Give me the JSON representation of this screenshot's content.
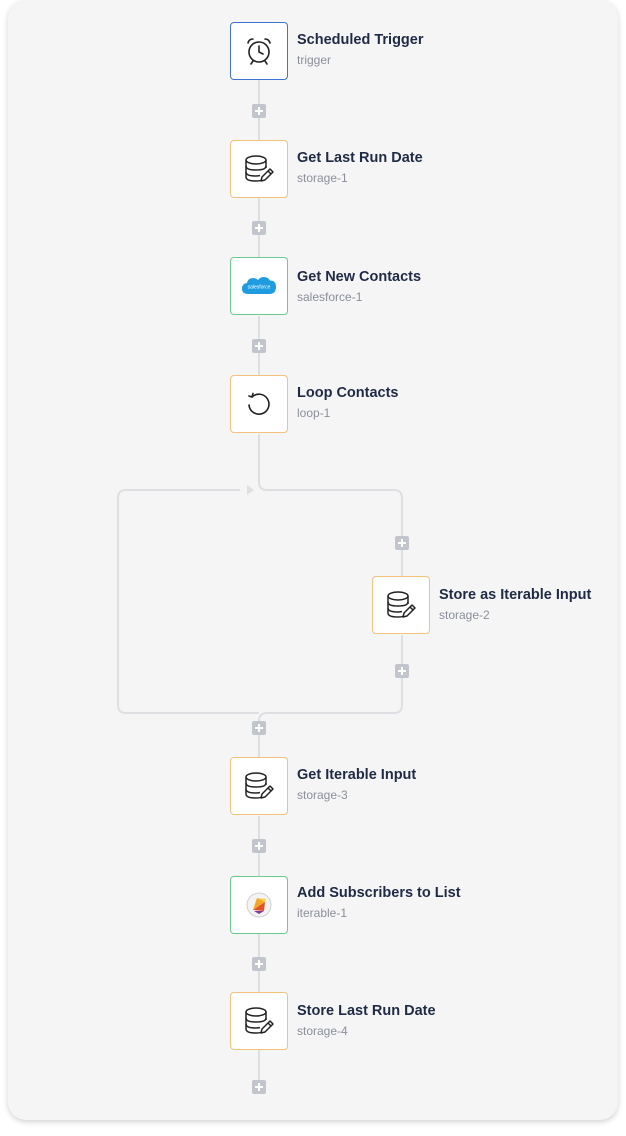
{
  "flow": {
    "steps": [
      {
        "title": "Scheduled Trigger",
        "subtitle": "trigger",
        "icon": "alarm-clock-icon"
      },
      {
        "title": "Get Last Run Date",
        "subtitle": "storage-1",
        "icon": "storage-edit-icon"
      },
      {
        "title": "Get New Contacts",
        "subtitle": "salesforce-1",
        "icon": "salesforce-logo-icon",
        "logo_text": "salesforce"
      },
      {
        "title": "Loop Contacts",
        "subtitle": "loop-1",
        "icon": "loop-icon"
      },
      {
        "title": "Store as Iterable Input",
        "subtitle": "storage-2",
        "icon": "storage-edit-icon"
      },
      {
        "title": "Get Iterable Input",
        "subtitle": "storage-3",
        "icon": "storage-edit-icon"
      },
      {
        "title": "Add Subscribers to List",
        "subtitle": "iterable-1",
        "icon": "iterable-logo-icon"
      },
      {
        "title": "Store Last Run Date",
        "subtitle": "storage-4",
        "icon": "storage-edit-icon"
      }
    ]
  },
  "colors": {
    "trigger_border": "#3d73d6",
    "storage_border": "#f4c27a",
    "app_border": "#69cc8c",
    "connector": "#dedfe2",
    "add_button": "#c3c5cd"
  }
}
